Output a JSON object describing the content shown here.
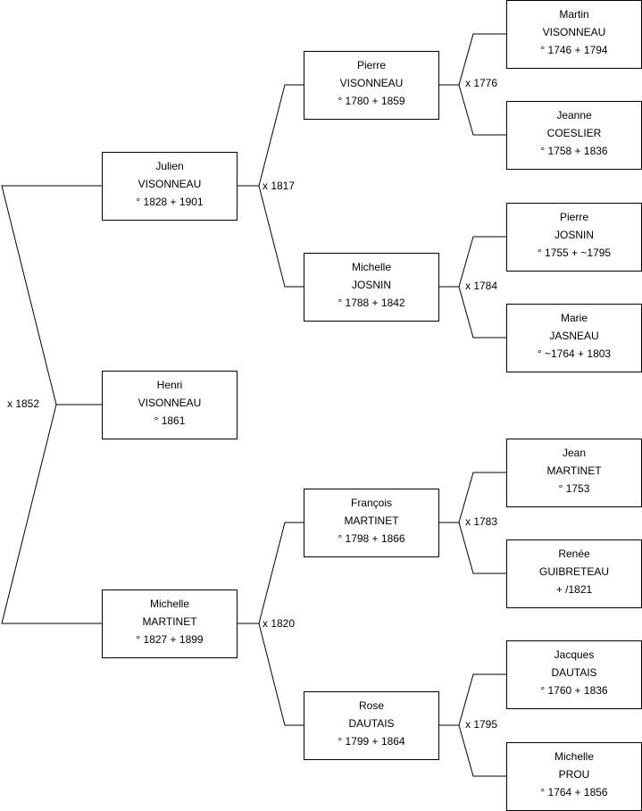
{
  "people": {
    "julien": {
      "first": "Julien",
      "last": "VISONNEAU",
      "dates": "° 1828 + 1901"
    },
    "henri": {
      "first": "Henri",
      "last": "VISONNEAU",
      "dates": "° 1861"
    },
    "michelle_m": {
      "first": "Michelle",
      "last": "MARTINET",
      "dates": "° 1827 + 1899"
    },
    "pierre_v": {
      "first": "Pierre",
      "last": "VISONNEAU",
      "dates": "° 1780 + 1859"
    },
    "michelle_j": {
      "first": "Michelle",
      "last": "JOSNIN",
      "dates": "° 1788 + 1842"
    },
    "francois": {
      "first": "François",
      "last": "MARTINET",
      "dates": "° 1798 + 1866"
    },
    "rose": {
      "first": "Rose",
      "last": "DAUTAIS",
      "dates": "° 1799 + 1864"
    },
    "martin": {
      "first": "Martin",
      "last": "VISONNEAU",
      "dates": "° 1746 + 1794"
    },
    "jeanne": {
      "first": "Jeanne",
      "last": "COESLIER",
      "dates": "° 1758 + 1836"
    },
    "pierre_j": {
      "first": "Pierre",
      "last": "JOSNIN",
      "dates": "° 1755 + ~1795"
    },
    "marie": {
      "first": "Marie",
      "last": "JASNEAU",
      "dates": "° ~1764 + 1803"
    },
    "jean": {
      "first": "Jean",
      "last": "MARTINET",
      "dates": "° 1753"
    },
    "renee": {
      "first": "Renée",
      "last": "GUIBRETEAU",
      "dates": "+ /1821"
    },
    "jacques": {
      "first": "Jacques",
      "last": "DAUTAIS",
      "dates": "° 1760 + 1836"
    },
    "michelle_p": {
      "first": "Michelle",
      "last": "PROU",
      "dates": "° 1764 + 1856"
    }
  },
  "marriages": {
    "m1852": "x 1852",
    "m1817": "x 1817",
    "m1820": "x 1820",
    "m1776": "x 1776",
    "m1784": "x 1784",
    "m1783": "x 1783",
    "m1795": "x 1795"
  }
}
